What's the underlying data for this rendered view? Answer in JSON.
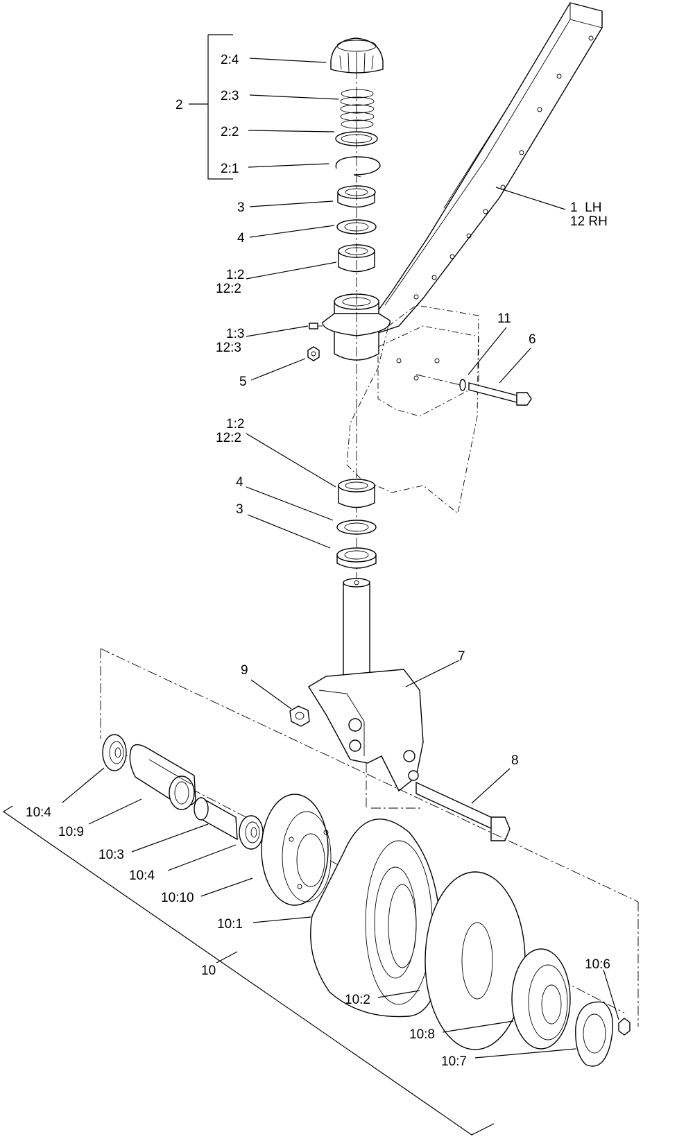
{
  "labels": {
    "l_2_4": "2:4",
    "l_2_3": "2:3",
    "l_2_2": "2:2",
    "l_2_1": "2:1",
    "l_2": "2",
    "l_3_top": "3",
    "l_4_top": "4",
    "l_1_2_top": "1:2",
    "l_12_2_top": "12:2",
    "l_1_3": "1:3",
    "l_12_3": "12:3",
    "l_5": "5",
    "l_1_lh": "1  LH",
    "l_12_rh": "12 RH",
    "l_11": "11",
    "l_6": "6",
    "l_1_2_mid": "1:2",
    "l_12_2_mid": "12:2",
    "l_4_mid": "4",
    "l_3_mid": "3",
    "l_7": "7",
    "l_9": "9",
    "l_8": "8",
    "l_10_4_a": "10:4",
    "l_10_9": "10:9",
    "l_10_3": "10:3",
    "l_10_4_b": "10:4",
    "l_10_10": "10:10",
    "l_10_1": "10:1",
    "l_10": "10",
    "l_10_2": "10:2",
    "l_10_6": "10:6",
    "l_10_8": "10:8",
    "l_10_7": "10:7"
  },
  "icons": [
    "caster-wheel-assembly-illustration"
  ]
}
